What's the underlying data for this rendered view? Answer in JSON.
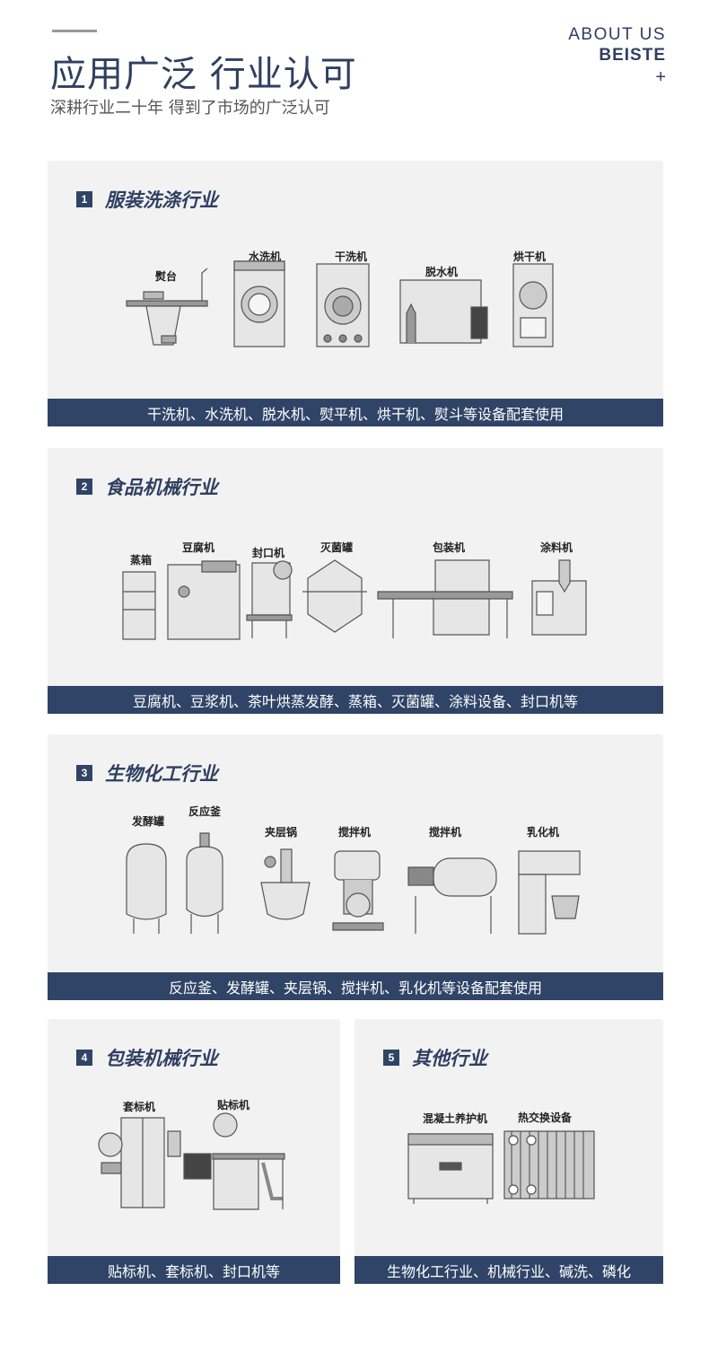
{
  "header": {
    "title": "应用广泛 行业认可",
    "subtitle": "深耕行业二十年 得到了市场的广泛认可",
    "about_line1": "ABOUT US",
    "about_line2": "BEISTE",
    "about_plus": "+"
  },
  "sections": [
    {
      "number": "1",
      "title": "服装洗涤行业",
      "machines": [
        "熨台",
        "水洗机",
        "干洗机",
        "脱水机",
        "烘干机"
      ],
      "caption": "干洗机、水洗机、脱水机、熨平机、烘干机、熨斗等设备配套使用"
    },
    {
      "number": "2",
      "title": "食品机械行业",
      "machines": [
        "蒸箱",
        "豆腐机",
        "封口机",
        "灭菌罐",
        "包装机",
        "涂料机"
      ],
      "caption": "豆腐机、豆浆机、茶叶烘蒸发酵、蒸箱、灭菌罐、涂料设备、封口机等"
    },
    {
      "number": "3",
      "title": "生物化工行业",
      "machines": [
        "发酵罐",
        "反应釜",
        "夹层锅",
        "搅拌机",
        "搅拌机",
        "乳化机"
      ],
      "caption": "反应釜、发酵罐、夹层锅、搅拌机、乳化机等设备配套使用"
    },
    {
      "number": "4",
      "title": "包装机械行业",
      "machines": [
        "套标机",
        "贴标机"
      ],
      "caption": "贴标机、套标机、封口机等"
    },
    {
      "number": "5",
      "title": "其他行业",
      "machines": [
        "混凝土养护机",
        "热交换设备"
      ],
      "caption": "生物化工行业、机械行业、碱洗、磷化"
    }
  ],
  "colors": {
    "accent": "#2f4466",
    "title_text": "#2f3f60",
    "panel_bg": "#f2f2f3"
  }
}
